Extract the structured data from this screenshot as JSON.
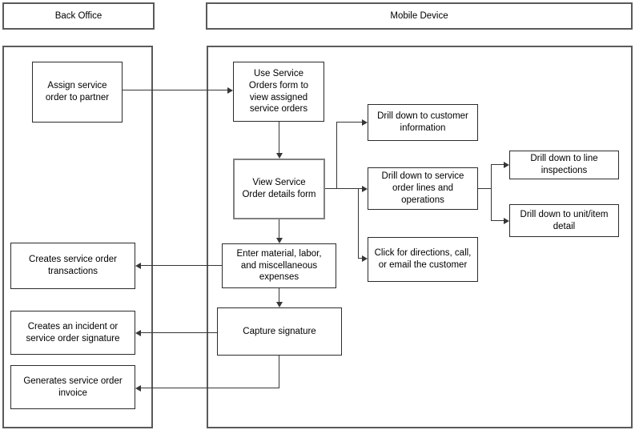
{
  "lanes": {
    "back_office": {
      "title": "Back Office"
    },
    "mobile_device": {
      "title": "Mobile Device"
    }
  },
  "nodes": {
    "assign_order": {
      "label": "Assign service order to partner"
    },
    "use_service_orders": {
      "label": "Use Service Orders form to view assigned service orders"
    },
    "view_order_details": {
      "label": "View Service Order details form"
    },
    "drill_customer_info": {
      "label": "Drill down to customer information"
    },
    "drill_order_lines": {
      "label": "Drill down to service order lines and operations"
    },
    "drill_line_inspections": {
      "label": "Drill down to line inspections"
    },
    "drill_unit_item": {
      "label": "Drill down to unit/item detail"
    },
    "click_directions": {
      "label": "Click for directions, call, or email the customer"
    },
    "enter_expenses": {
      "label": "Enter material, labor, and miscellaneous expenses"
    },
    "capture_signature": {
      "label": "Capture signature"
    },
    "creates_transactions": {
      "label": "Creates service order transactions"
    },
    "creates_incident_signature": {
      "label": "Creates an incident or service order signature"
    },
    "generates_invoice": {
      "label": "Generates service order invoice"
    }
  },
  "edges": [
    {
      "from": "assign_order",
      "to": "use_service_orders"
    },
    {
      "from": "use_service_orders",
      "to": "view_order_details"
    },
    {
      "from": "view_order_details",
      "to": "drill_customer_info"
    },
    {
      "from": "view_order_details",
      "to": "drill_order_lines"
    },
    {
      "from": "view_order_details",
      "to": "click_directions"
    },
    {
      "from": "view_order_details",
      "to": "enter_expenses"
    },
    {
      "from": "drill_order_lines",
      "to": "drill_line_inspections"
    },
    {
      "from": "drill_order_lines",
      "to": "drill_unit_item"
    },
    {
      "from": "enter_expenses",
      "to": "creates_transactions"
    },
    {
      "from": "enter_expenses",
      "to": "capture_signature"
    },
    {
      "from": "capture_signature",
      "to": "creates_incident_signature"
    },
    {
      "from": "capture_signature",
      "to": "generates_invoice"
    }
  ],
  "colors": {
    "background": "#ffffff",
    "node_border": "#2b2b2b",
    "lane_border": "#5a5a5a",
    "highlight_border": "#808080",
    "connector": "#363636",
    "text": "#000000"
  }
}
